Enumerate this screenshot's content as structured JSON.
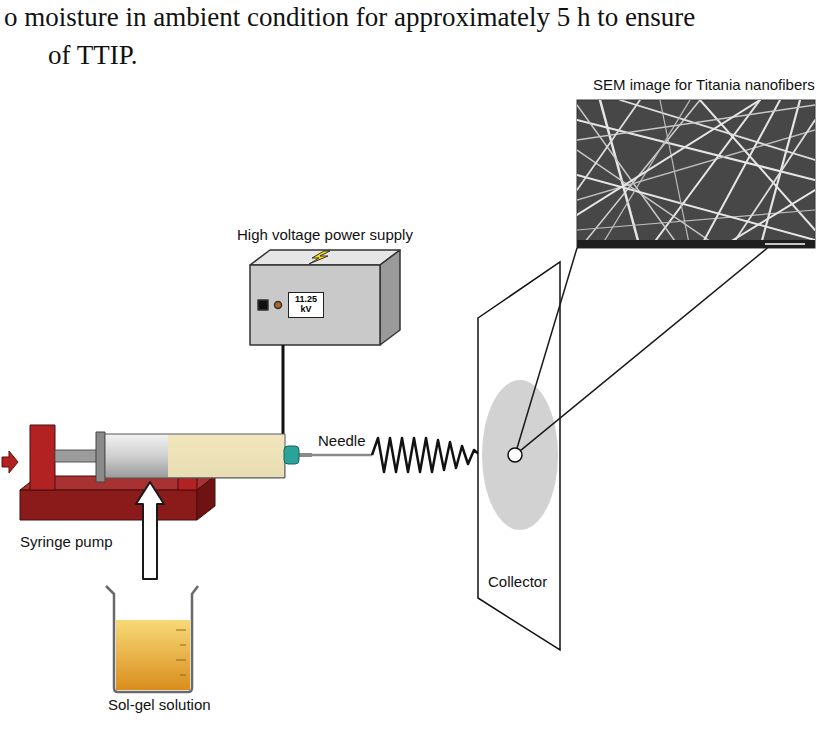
{
  "diagram": {
    "nodes": [
      {
        "text": [
          "High voltage power supply"
        ]
      },
      {
        "text": [
          "11.25 kV"
        ],
        "in": 0
      },
      {
        "text": [
          "SEM image for Titania nanofibers"
        ]
      },
      {
        "text": [
          "Collector"
        ]
      },
      {
        "text": [
          "Syringe pump"
        ]
      },
      {
        "text": [
          "Sol-gel solution"
        ]
      }
    ],
    "edges": [
      {
        "from": 5,
        "to": 4,
        "arrow": "to"
      },
      {
        "from": 3,
        "to": 2,
        "arrow": "none"
      }
    ],
    "labels": [
      "o moisture in ambient condition for approximately 5 h to ensure",
      "of TTIP.",
      "Needle"
    ]
  }
}
